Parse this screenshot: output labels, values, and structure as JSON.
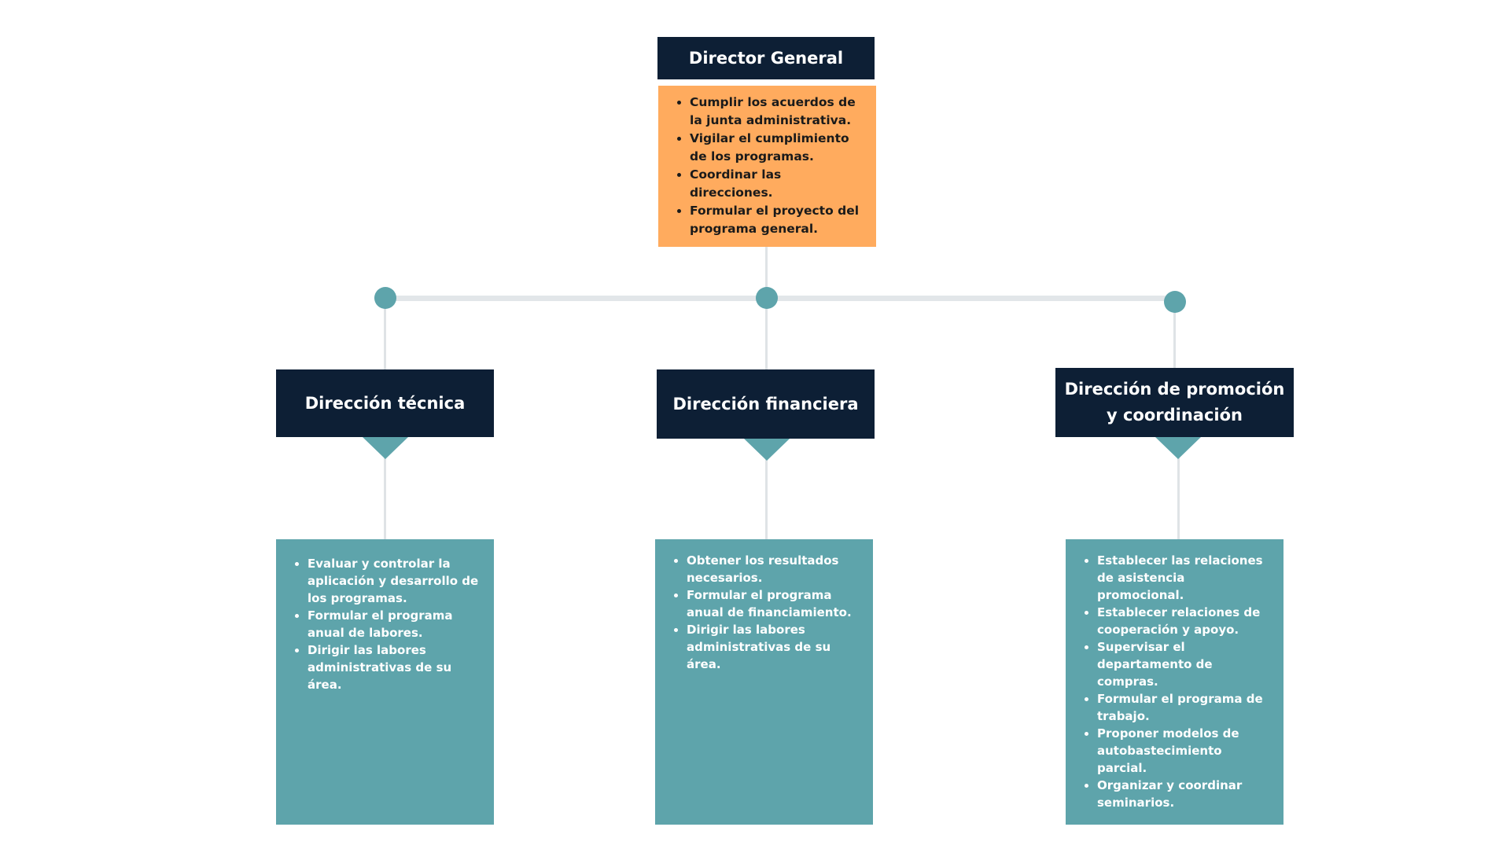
{
  "director": {
    "title": "Director General",
    "duties": [
      "Cumplir los acuerdos de la junta administrativa.",
      "Vigilar el cumplimiento de los programas.",
      "Coordinar las direcciones.",
      "Formular el proyecto del programa general."
    ]
  },
  "departments": [
    {
      "title": "Dirección técnica",
      "duties": [
        "Evaluar y controlar la aplicación y desarrollo de los programas.",
        "Formular el programa anual de labores.",
        "Dirigir las labores administrativas de su área."
      ]
    },
    {
      "title": "Dirección financiera",
      "duties": [
        "Obtener los resultados necesarios.",
        "Formular el programa anual de financiamiento.",
        "Dirigir las labores administrativas de su área."
      ]
    },
    {
      "title": "Dirección de promoción y coordinación",
      "duties": [
        "Establecer las relaciones de asistencia promocional.",
        "Establecer relaciones de cooperación y apoyo.",
        "Supervisar el departamento de compras.",
        "Formular el programa de trabajo.",
        "Proponer modelos de autobastecimiento parcial.",
        "Organizar y coordinar seminarios."
      ]
    }
  ],
  "colors": {
    "header_navy": "#0d1f35",
    "director_orange": "#ffab5e",
    "teal": "#5ea4ab",
    "connector_gray": "#dfe3e6"
  }
}
